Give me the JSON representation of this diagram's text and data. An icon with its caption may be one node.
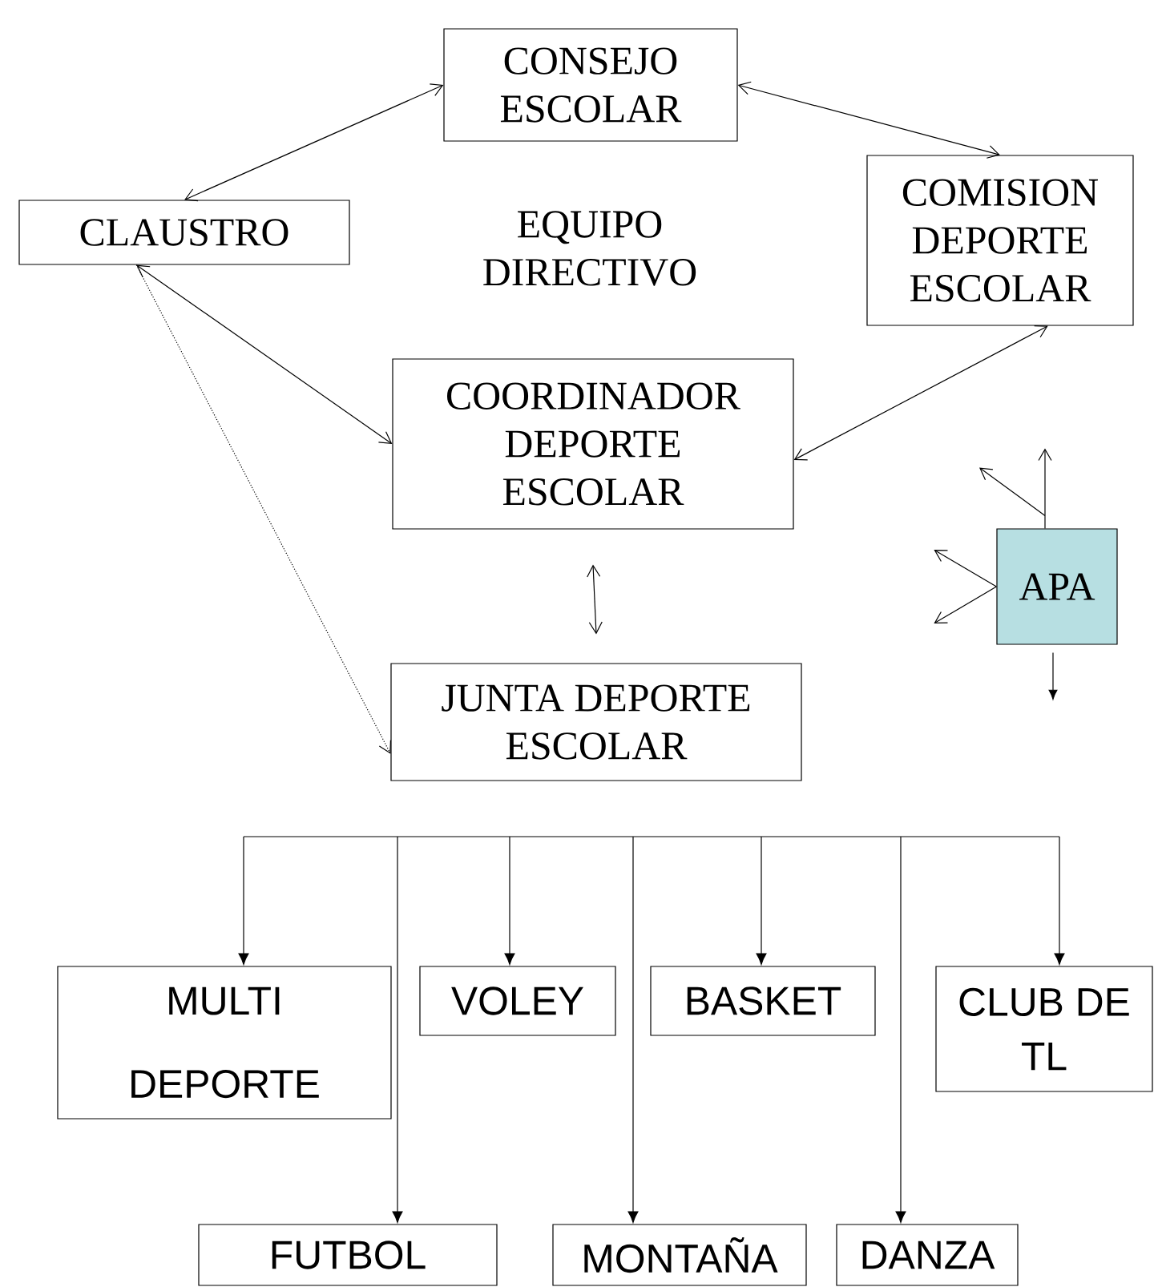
{
  "diagram": {
    "nodes": [
      {
        "text": [
          "CONSEJO ESCOLAR"
        ]
      },
      {
        "text": [
          "CLAUSTRO"
        ]
      },
      {
        "text": [
          "COMISION DEPORTE ESCOLAR"
        ]
      },
      {
        "text": [
          "COORDINADOR DEPORTE ESCOLAR"
        ]
      },
      {
        "text": [
          "APA"
        ]
      },
      {
        "text": [
          "JUNTA  DEPORTE ESCOLAR"
        ]
      },
      {
        "text": [
          "MULTI DEPORTE"
        ]
      },
      {
        "text": [
          "VOLEY"
        ]
      },
      {
        "text": [
          "BASKET"
        ]
      },
      {
        "text": [
          "CLUB DE TL"
        ]
      },
      {
        "text": [
          "FUTBOL"
        ]
      },
      {
        "text": [
          "MONTAÑA"
        ]
      },
      {
        "text": [
          "DANZA"
        ]
      }
    ],
    "edges": [
      {
        "from": 1,
        "to": 0,
        "arrow": "both"
      },
      {
        "from": 0,
        "to": 2,
        "arrow": "both"
      },
      {
        "from": 1,
        "to": 3,
        "arrow": "both"
      },
      {
        "from": 2,
        "to": 3,
        "arrow": "both"
      },
      {
        "from": 3,
        "to": 5,
        "arrow": "both"
      },
      {
        "from": 1,
        "to": 5,
        "arrow": "to",
        "style": "dashed"
      },
      {
        "from": null,
        "to": 6,
        "arrow": "to"
      },
      {
        "from": null,
        "to": 10,
        "arrow": "to"
      },
      {
        "from": null,
        "to": 7,
        "arrow": "to"
      },
      {
        "from": null,
        "to": 11,
        "arrow": "to"
      },
      {
        "from": null,
        "to": 8,
        "arrow": "to"
      },
      {
        "from": null,
        "to": 12,
        "arrow": "to"
      },
      {
        "from": null,
        "to": 9,
        "arrow": "to"
      },
      {
        "from": 4,
        "to": null,
        "arrow": "to"
      },
      {
        "from": 4,
        "to": null,
        "arrow": "to"
      },
      {
        "from": 4,
        "to": null,
        "arrow": "to"
      },
      {
        "from": 4,
        "to": null,
        "arrow": "to"
      },
      {
        "from": 4,
        "to": null,
        "arrow": "to"
      }
    ],
    "labels": [
      "EQUIPO DIRECTIVO"
    ]
  }
}
